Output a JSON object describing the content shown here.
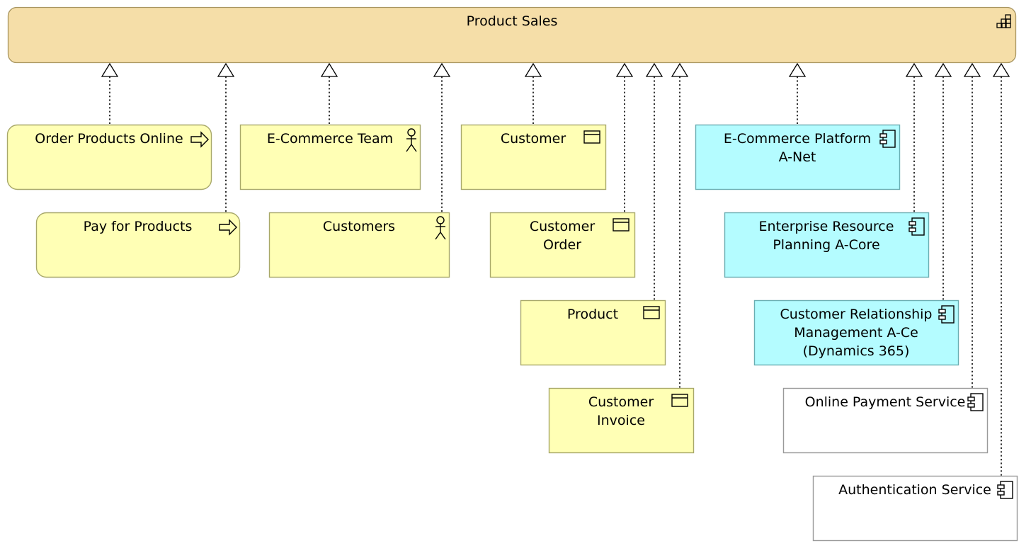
{
  "colors": {
    "capability_fill": "#f5dea8",
    "capability_stroke": "#a89560",
    "business_fill": "#ffffb5",
    "business_stroke": "#a8a86a",
    "application_fill": "#b4fcff",
    "application_stroke": "#6aaeb2",
    "technology_fill": "#ffffff",
    "technology_stroke": "#9a9a9a",
    "connector": "#000000"
  },
  "capability": {
    "id": "product-sales",
    "label": "Product Sales",
    "icon": "capability-icon"
  },
  "elements": [
    {
      "id": "order-products-online",
      "kind": "business-process",
      "icon": "process-arrow-icon",
      "lines": [
        "Order Products Online"
      ]
    },
    {
      "id": "pay-for-products",
      "kind": "business-process",
      "icon": "process-arrow-icon",
      "lines": [
        "Pay for Products"
      ]
    },
    {
      "id": "e-commerce-team",
      "kind": "business-actor",
      "icon": "actor-icon",
      "lines": [
        "E-Commerce Team"
      ]
    },
    {
      "id": "customers",
      "kind": "business-actor",
      "icon": "actor-icon",
      "lines": [
        "Customers"
      ]
    },
    {
      "id": "customer",
      "kind": "business-object",
      "icon": "business-object-icon",
      "lines": [
        "Customer"
      ]
    },
    {
      "id": "customer-order",
      "kind": "business-object",
      "icon": "business-object-icon",
      "lines": [
        "Customer",
        "Order"
      ]
    },
    {
      "id": "product",
      "kind": "business-object",
      "icon": "business-object-icon",
      "lines": [
        "Product"
      ]
    },
    {
      "id": "customer-invoice",
      "kind": "business-object",
      "icon": "business-object-icon",
      "lines": [
        "Customer",
        "Invoice"
      ]
    },
    {
      "id": "e-commerce-platform",
      "kind": "application-component",
      "icon": "component-icon",
      "lines": [
        "E-Commerce Platform",
        "A-Net"
      ]
    },
    {
      "id": "erp",
      "kind": "application-component",
      "icon": "component-icon",
      "lines": [
        "Enterprise Resource",
        "Planning A-Core"
      ]
    },
    {
      "id": "crm",
      "kind": "application-component",
      "icon": "component-icon",
      "lines": [
        "Customer Relationship",
        "Management A-Ce",
        "(Dynamics 365)"
      ]
    },
    {
      "id": "online-payment-service",
      "kind": "technology-component",
      "icon": "component-icon",
      "lines": [
        "Online Payment Service"
      ]
    },
    {
      "id": "authentication-service",
      "kind": "technology-component",
      "icon": "component-icon",
      "lines": [
        "Authentication Service"
      ]
    }
  ],
  "relationships": [
    {
      "type": "realization",
      "from": "order-products-online",
      "to": "product-sales"
    },
    {
      "type": "realization",
      "from": "pay-for-products",
      "to": "product-sales"
    },
    {
      "type": "realization",
      "from": "e-commerce-team",
      "to": "product-sales"
    },
    {
      "type": "realization",
      "from": "customers",
      "to": "product-sales"
    },
    {
      "type": "realization",
      "from": "customer",
      "to": "product-sales"
    },
    {
      "type": "realization",
      "from": "customer-order",
      "to": "product-sales"
    },
    {
      "type": "realization",
      "from": "product",
      "to": "product-sales"
    },
    {
      "type": "realization",
      "from": "customer-invoice",
      "to": "product-sales"
    },
    {
      "type": "realization",
      "from": "e-commerce-platform",
      "to": "product-sales"
    },
    {
      "type": "realization",
      "from": "erp",
      "to": "product-sales"
    },
    {
      "type": "realization",
      "from": "crm",
      "to": "product-sales"
    },
    {
      "type": "realization",
      "from": "online-payment-service",
      "to": "product-sales"
    },
    {
      "type": "realization",
      "from": "authentication-service",
      "to": "product-sales"
    }
  ]
}
